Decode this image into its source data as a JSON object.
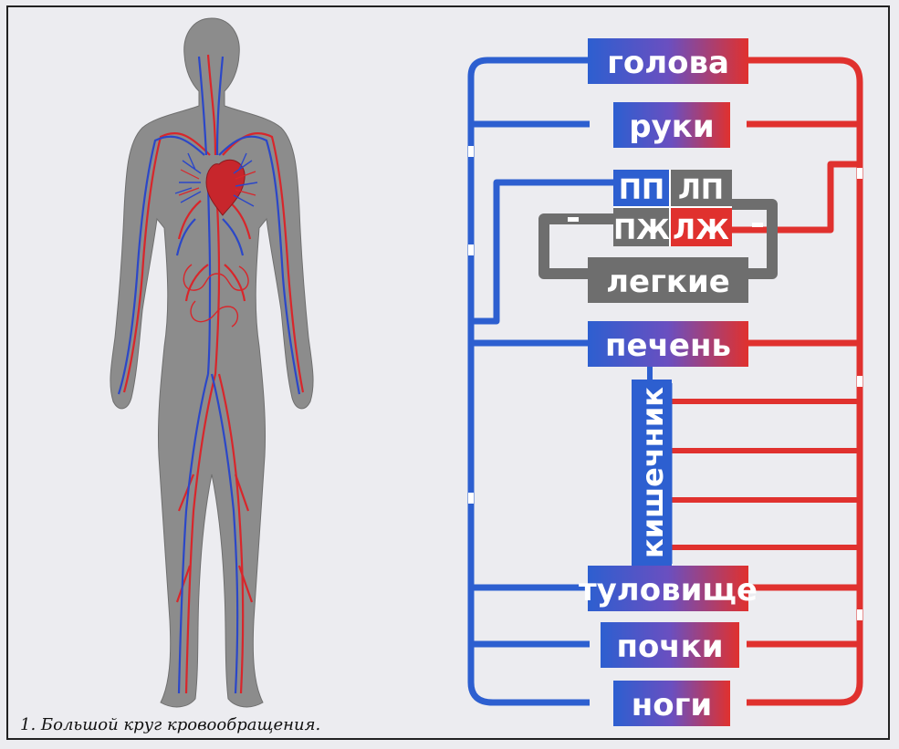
{
  "organs": {
    "head": "голова",
    "arms": "руки",
    "right_atrium": "ПП",
    "left_atrium": "ЛП",
    "right_ventricle": "ПЖ",
    "left_ventricle": "ЛЖ",
    "lungs": "легкие",
    "liver": "печень",
    "intestine": "кишечник",
    "trunk": "туловище",
    "kidneys": "почки",
    "legs": "ноги"
  },
  "caption": "1. Большой круг кровообращения.",
  "colors": {
    "arterial": "#e0312e",
    "venous": "#2d5fd0",
    "pulmonary": "#6e6e6e",
    "body": "#8a8a8a"
  }
}
